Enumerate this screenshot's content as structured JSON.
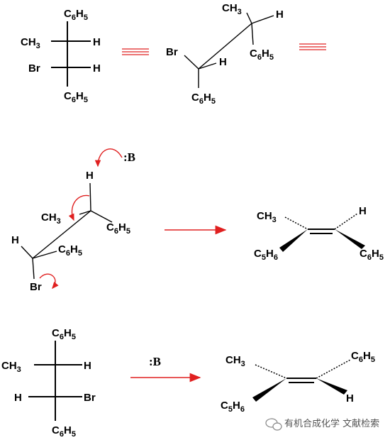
{
  "labels": {
    "ph": "C6H5",
    "me": "CH3",
    "h": "H",
    "br": "Br",
    "c5h6": "C5H6",
    "base": ":B"
  },
  "watermark": "有机合成化学 文献检索",
  "colors": {
    "arrow": "#e02020",
    "bond": "#000000"
  }
}
